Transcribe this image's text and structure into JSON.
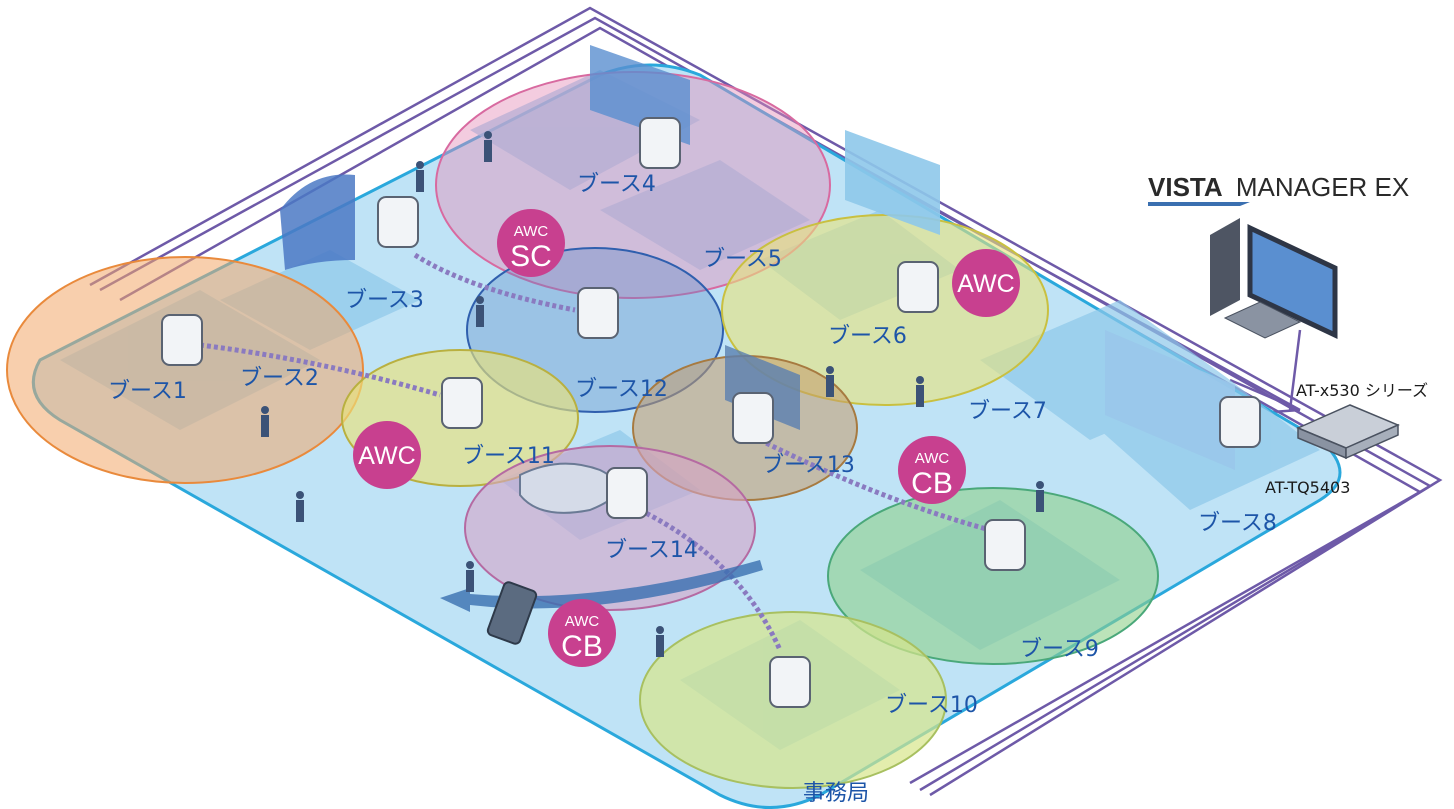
{
  "brand": {
    "bold": "VISTA",
    "light": "MANAGER EX"
  },
  "devices": {
    "switch_label": "AT-x530 シリーズ",
    "ap_label": "AT-TQ5403"
  },
  "booths": [
    {
      "label": "ブース1"
    },
    {
      "label": "ブース2"
    },
    {
      "label": "ブース3"
    },
    {
      "label": "ブース4"
    },
    {
      "label": "ブース5"
    },
    {
      "label": "ブース6"
    },
    {
      "label": "ブース7"
    },
    {
      "label": "ブース8"
    },
    {
      "label": "ブース9"
    },
    {
      "label": "ブース10"
    },
    {
      "label": "ブース11"
    },
    {
      "label": "ブース12"
    },
    {
      "label": "ブース13"
    },
    {
      "label": "ブース14"
    }
  ],
  "office_label": "事務局",
  "awc_badges": [
    {
      "top": "AWC",
      "bottom": "SC",
      "color": "#c8408f"
    },
    {
      "top": "AWC",
      "bottom": "",
      "color": "#c8408f"
    },
    {
      "top": "AWC",
      "bottom": "",
      "color": "#c8408f"
    },
    {
      "top": "AWC",
      "bottom": "CB",
      "color": "#c8408f"
    },
    {
      "top": "AWC",
      "bottom": "CB",
      "color": "#c8408f"
    }
  ],
  "colors": {
    "floor": "#bfe3f6",
    "floor_outline": "#2aa8dc",
    "cable": "#6e5aa8",
    "zone_orange": "#f2a86a",
    "zone_pink": "#e58fb9",
    "zone_blue": "#5a86c6",
    "zone_yellow": "#e9e27a",
    "zone_green": "#8fd08a",
    "zone_brown": "#c49a6a",
    "badge": "#c8408f",
    "label": "#1d55a8"
  }
}
